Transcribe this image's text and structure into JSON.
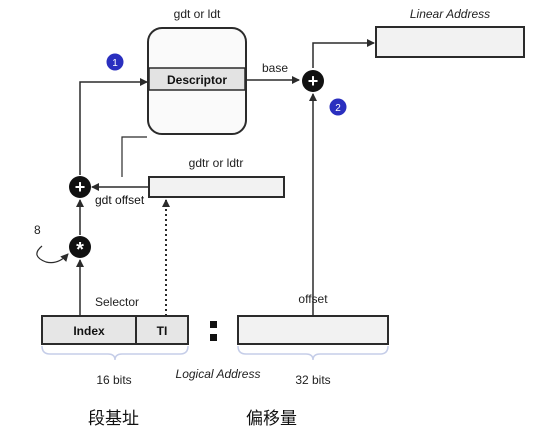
{
  "labels": {
    "gdt_or_ldt": "gdt or ldt",
    "descriptor": "Descriptor",
    "base": "base",
    "linear_address": "Linear Address",
    "gdtr_or_ldtr": "gdtr or ldtr",
    "gdt_offset": "gdt offset",
    "eight": "8",
    "selector": "Selector",
    "index": "Index",
    "ti": "TI",
    "offset": "offset",
    "bits_16": "16 bits",
    "logical_address": "Logical Address",
    "bits_32": "32 bits",
    "segment_base_cn": "段基址",
    "offset_cn": "偏移量"
  },
  "badges": {
    "step1": "1",
    "step2": "2"
  },
  "operators": {
    "plus": "+",
    "multiply": "*"
  },
  "colors": {
    "badge": "#2a2fbf",
    "line": "#2b2b2b",
    "box_fill": "#f2f2f2",
    "operator_fill": "#111111"
  }
}
